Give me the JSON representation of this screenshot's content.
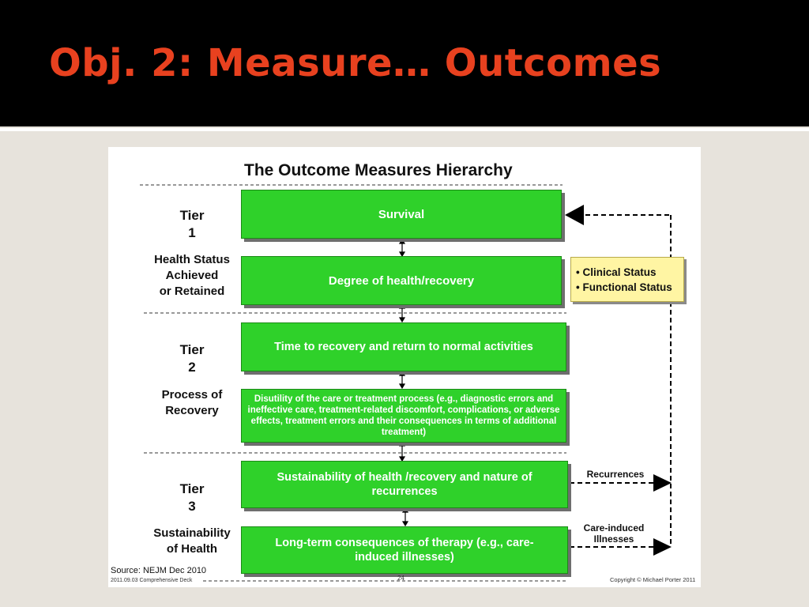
{
  "slide": {
    "title": "Obj. 2: Measure… Outcomes"
  },
  "figure": {
    "title": "The Outcome Measures Hierarchy",
    "tiers": [
      {
        "label_line1": "Tier",
        "label_line2": "1",
        "desc_lines": [
          "Health Status",
          "Achieved",
          "or Retained"
        ]
      },
      {
        "label_line1": "Tier",
        "label_line2": "2",
        "desc_lines": [
          "Process of",
          "Recovery"
        ]
      },
      {
        "label_line1": "Tier",
        "label_line2": "3",
        "desc_lines": [
          "Sustainability",
          "of Health"
        ]
      }
    ],
    "boxes": [
      "Survival",
      "Degree of  health/recovery",
      "Time to recovery and return to normal activities",
      "Disutility of the care or treatment process (e.g., diagnostic errors and ineffective care, treatment-related discomfort, complications, or adverse effects, treatment errors and their consequences in terms of additional treatment)",
      "Sustainability of  health /recovery and nature of recurrences",
      "Long-term consequences of therapy  (e.g., care-induced illnesses)"
    ],
    "status_items": [
      "• Clinical Status",
      "• Functional Status"
    ],
    "side_labels": {
      "recurrences": "Recurrences",
      "care_induced_line1": "Care-induced",
      "care_induced_line2": "Illnesses"
    },
    "source": "Source: NEJM Dec 2010",
    "footer_left": "2011.09.03 Comprehensive Deck",
    "page_number": "24",
    "copyright": "Copyright © Michael Porter 2011"
  }
}
